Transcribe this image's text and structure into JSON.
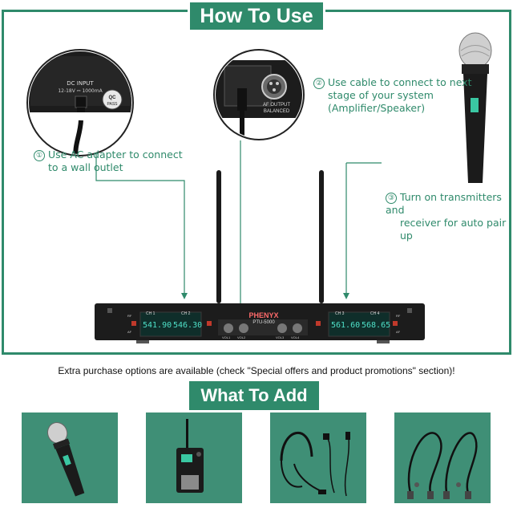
{
  "header": {
    "title": "How To Use"
  },
  "steps": [
    {
      "num": "①",
      "line1": "Use AC adapter to connect",
      "line2": "to a wall outlet"
    },
    {
      "num": "②",
      "line1": "Use cable to connect to next",
      "line2": "stage of your system",
      "line3": "(Amplifier/Speaker)"
    },
    {
      "num": "③",
      "line1": "Turn on transmitters and",
      "line2": "receiver for auto pair up"
    }
  ],
  "panel_labels": {
    "dc_input": "DC INPUT",
    "dc_spec": "12-18V ⎓ 1000mA",
    "qc": "QC",
    "pass": "PASS",
    "af_output": "AF OUTPUT",
    "balanced": "BALANCED"
  },
  "receiver": {
    "brand": "PHENYX",
    "model": "PTU-5000",
    "channels": [
      {
        "label": "CH 1",
        "freq": "541.90"
      },
      {
        "label": "CH 2",
        "freq": "546.30"
      },
      {
        "label": "CH 3",
        "freq": "561.60"
      },
      {
        "label": "CH 4",
        "freq": "568.65"
      }
    ],
    "volume_labels": [
      "VOL1",
      "VOL2",
      "VOL3",
      "VOL4"
    ],
    "rf_label": "RF",
    "af_label": "AF"
  },
  "note": "Extra purchase options are available (check \"Special offers and product promotions\" section)!",
  "section2": {
    "title": "What To Add"
  },
  "colors": {
    "accent": "#2f8a6b",
    "tile": "#3f8f76",
    "screen": "#4fe0c8"
  },
  "accessories": [
    "handheld-microphone",
    "bodypack-transmitter",
    "headset-and-lavalier-microphones",
    "antenna-extension-cables"
  ]
}
